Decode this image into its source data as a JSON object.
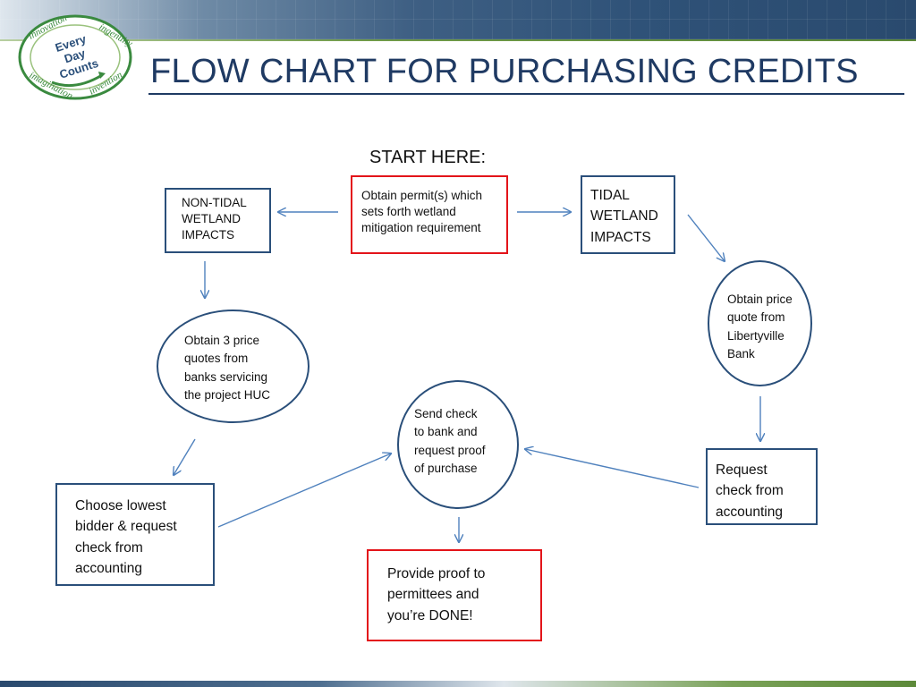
{
  "slide": {
    "title": "FLOW CHART FOR PURCHASING CREDITS",
    "start_label": "START HERE:",
    "logo": {
      "center_text": "Every\nDay\nCounts",
      "ring_words": [
        "innovation",
        "ingenuity",
        "invention",
        "imagination"
      ]
    }
  },
  "flow": {
    "obtain_permits": "Obtain permit(s) which\nsets forth wetland\nmitigation requirement",
    "non_tidal": "NON-TIDAL\nWETLAND\nIMPACTS",
    "tidal": "TIDAL\nWETLAND\nIMPACTS",
    "three_quotes": "Obtain 3 price\nquotes from\nbanks servicing\nthe project HUC",
    "libertyville_quote": "Obtain price\nquote from\nLibertyville\nBank",
    "choose_lowest": "Choose lowest\nbidder & request\ncheck from\naccounting",
    "send_check": "Send check\nto bank and\nrequest proof\nof purchase",
    "request_check": "Request\ncheck from\naccounting",
    "provide_proof": "Provide proof to\npermittees and\nyou’re DONE!"
  },
  "colors": {
    "title": "#1f3a63",
    "box_border": "#2a4f7a",
    "highlight_border": "#e3141a",
    "arrow": "#4f81bd",
    "logo_green": "#3a8a3f",
    "logo_blue": "#2a4f7a"
  }
}
